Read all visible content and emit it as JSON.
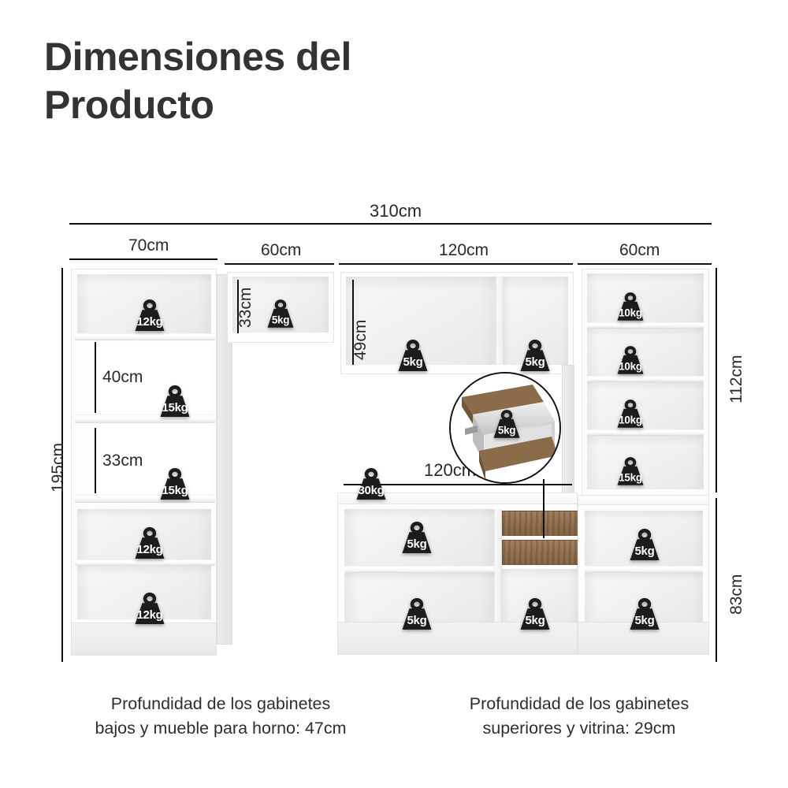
{
  "title": "Dimensiones del Producto",
  "dimensions": {
    "total_width": "310cm",
    "total_height": "195cm",
    "segment_widths": [
      "70cm",
      "60cm",
      "120cm",
      "60cm"
    ],
    "left_niche_upper": "40cm",
    "left_niche_lower": "33cm",
    "upper_cabinet_60_height": "33cm",
    "upper_cabinet_120_height": "49cm",
    "right_upper_height": "112cm",
    "right_lower_height": "83cm",
    "counter_width": "120cm"
  },
  "weights": {
    "left_top": "12kg",
    "left_niche_upper": "15kg",
    "left_niche_lower": "15kg",
    "left_low_upper": "12kg",
    "left_low_lower": "12kg",
    "upper60": "5kg",
    "upper120_left": "5kg",
    "upper120_right": "5kg",
    "vitrine_1": "10kg",
    "vitrine_2": "10kg",
    "vitrine_3": "10kg",
    "vitrine_4": "15kg",
    "counter_top": "30kg",
    "counter_shelf_upper": "5kg",
    "counter_shelf_lower": "5kg",
    "counter_right_low": "5kg",
    "base_right_upper": "5kg",
    "base_right_lower": "5kg",
    "drawer_detail": "5kg"
  },
  "captions": {
    "left_line1": "Profundidad de los gabinetes",
    "left_line2": "bajos y mueble para horno: 47cm",
    "right_line1": "Profundidad de los gabinetes",
    "right_line2": "superiores y vitrina: 29cm"
  },
  "colors": {
    "ink": "#111111",
    "text": "#2f2f2f",
    "title": "#333333",
    "panel": "#f2f2f2",
    "wood": "#8a6b4a",
    "badge": "#1c1c1c"
  }
}
